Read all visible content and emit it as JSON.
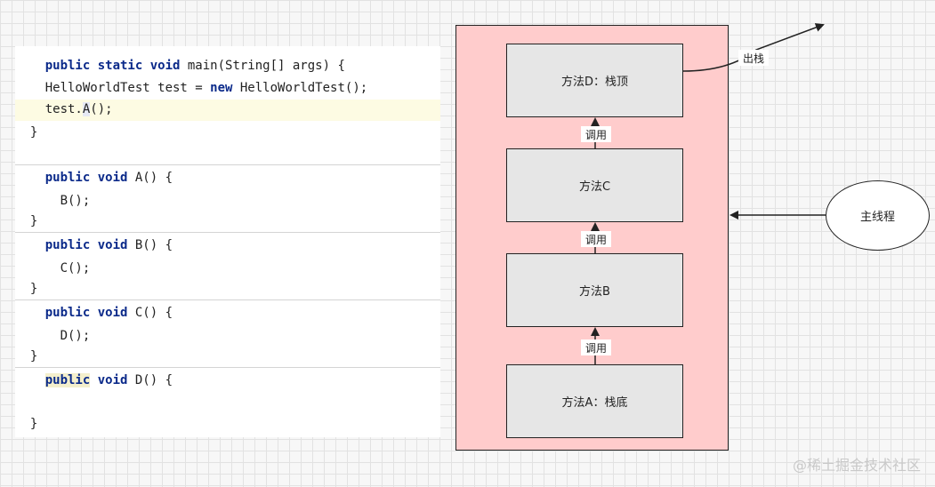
{
  "code": {
    "main": {
      "line1": {
        "kw": "public static void",
        "rest": " main(String[] args) {"
      },
      "line2": {
        "text": "    HelloWorldTest test = ",
        "kw": "new",
        "rest": " HelloWorldTest();"
      },
      "line3": {
        "pre": "    test.",
        "ident": "A",
        "rest": "();"
      },
      "line4": "}"
    },
    "methodA": {
      "kw": "public void",
      "sig": " A() {",
      "body": "    B();",
      "close": "}"
    },
    "methodB": {
      "kw": "public void",
      "sig": " B() {",
      "body": "    C();",
      "close": "}"
    },
    "methodC": {
      "kw": "public void",
      "sig": " C() {",
      "body": "    D();",
      "close": "}"
    },
    "methodD": {
      "kw1": "public",
      "kw2": " void",
      "sig": " D() {",
      "close": "}"
    }
  },
  "diagram": {
    "boxes": {
      "d": "方法D：栈顶",
      "c": "方法C",
      "b": "方法B",
      "a": "方法A：栈底"
    },
    "call_label": "调用",
    "pop_label": "出栈",
    "main_thread": "主线程",
    "colors": {
      "frame": "#ffcccc",
      "box": "#e6e6e6",
      "stroke": "#222222"
    }
  },
  "watermark": "@稀土掘金技术社区"
}
